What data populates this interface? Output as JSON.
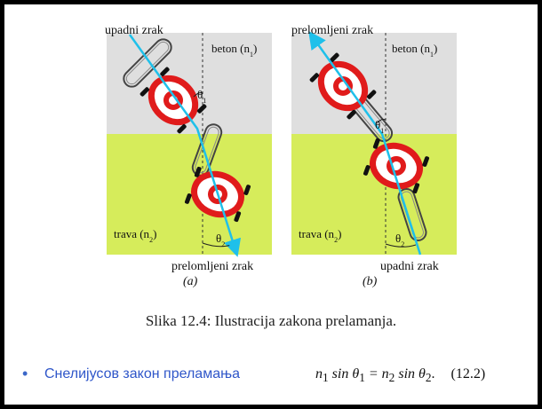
{
  "diagram_a": {
    "incident_label": "upadni zrak",
    "refracted_label": "prelomljeni zrak",
    "medium1_label": "beton (n",
    "medium1_sub": "1",
    "medium2_label": "trava (n",
    "medium2_sub": "2",
    "theta1": "θ",
    "theta1_sub": "1",
    "theta2": "θ",
    "theta2_sub": "2",
    "panel_label": "(a)"
  },
  "diagram_b": {
    "refracted_label": "prelomljeni zrak",
    "incident_label": "upadni zrak",
    "medium1_label": "beton (n",
    "medium1_sub": "1",
    "medium2_label": "trava (n",
    "medium2_sub": "2",
    "theta1": "θ",
    "theta1_sub": "1",
    "theta2": "θ",
    "theta2_sub": "2",
    "panel_label": "(b)"
  },
  "caption": "Slika 12.4: Ilustracija zakona prelamanja.",
  "bullet": {
    "marker": "•",
    "text": "Снелијусов закон преламања",
    "formula_parts": [
      "n",
      "1",
      " sin θ",
      "1",
      " = n",
      "2",
      " sin θ",
      "2",
      "."
    ],
    "eq_number": "(12.2)"
  },
  "colors": {
    "concrete": "#dfdfdf",
    "grass": "#d6ec5b",
    "ray": "#1fc0ea",
    "mower_red": "#e01b1b",
    "bullet_blue": "#3b67c8"
  }
}
